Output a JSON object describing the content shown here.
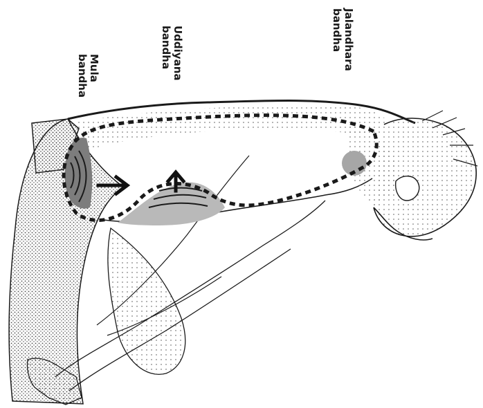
{
  "labels": {
    "mula": {
      "line1": "Mula",
      "line2": "bandha"
    },
    "uddiyana": {
      "line1": "Uddiyana",
      "line2": "bandha"
    },
    "jalandhara": {
      "line1": "Jalandhara",
      "line2": "bandha"
    }
  },
  "colors": {
    "ink": "#1a1a1a",
    "mula_region": "#7d7d7d",
    "uddiyana_region": "#b9b9b9",
    "jalandhara_region": "#a6a6a6",
    "stipple": "#4a4a4a"
  },
  "icons": {
    "mula_arrow": "arrow-right-icon",
    "uddiyana_arrow": "arrow-up-icon"
  }
}
